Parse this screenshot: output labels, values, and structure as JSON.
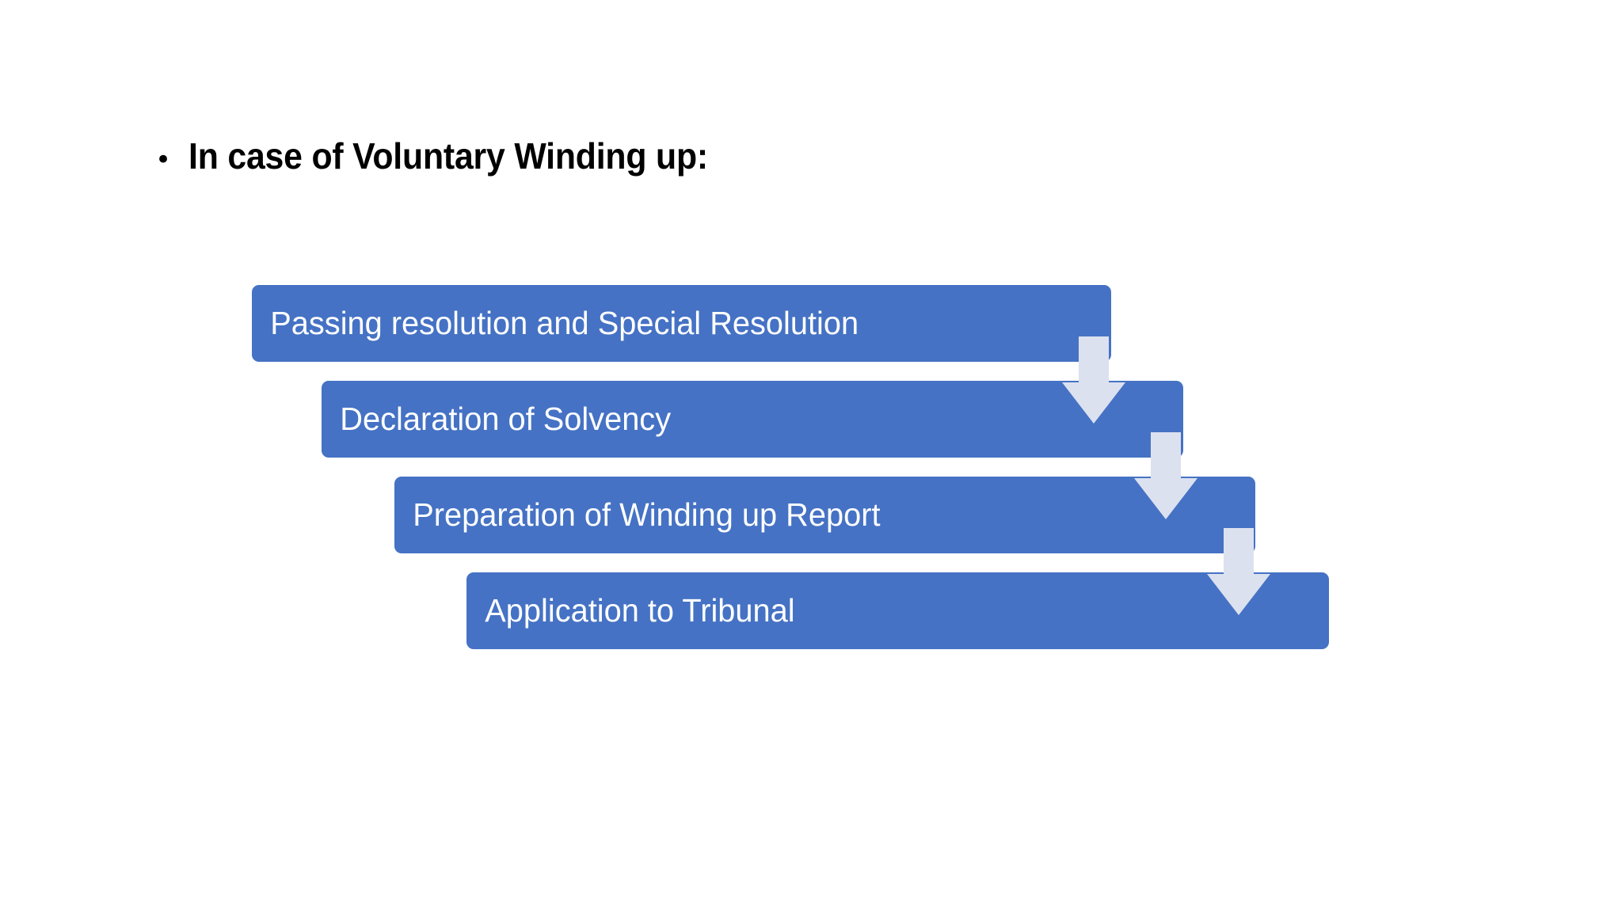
{
  "slide": {
    "background_color": "#ffffff",
    "heading": {
      "bullet_glyph": "•",
      "text": "In case of Voluntary Winding up:",
      "color": "#000000"
    },
    "process": {
      "bar_color": "#4572c4",
      "bar_text_color": "#ffffff",
      "arrow_color": "#dce1f0",
      "arrow_icon_name": "down-arrow-icon",
      "steps": [
        {
          "index": 1,
          "label": "Passing resolution and Special Resolution"
        },
        {
          "index": 2,
          "label": "Declaration of Solvency"
        },
        {
          "index": 3,
          "label": "Preparation of Winding up Report"
        },
        {
          "index": 4,
          "label": "Application to Tribunal"
        }
      ],
      "connectors": [
        {
          "from": 1,
          "to": 2
        },
        {
          "from": 2,
          "to": 3
        },
        {
          "from": 3,
          "to": 4
        }
      ]
    }
  }
}
